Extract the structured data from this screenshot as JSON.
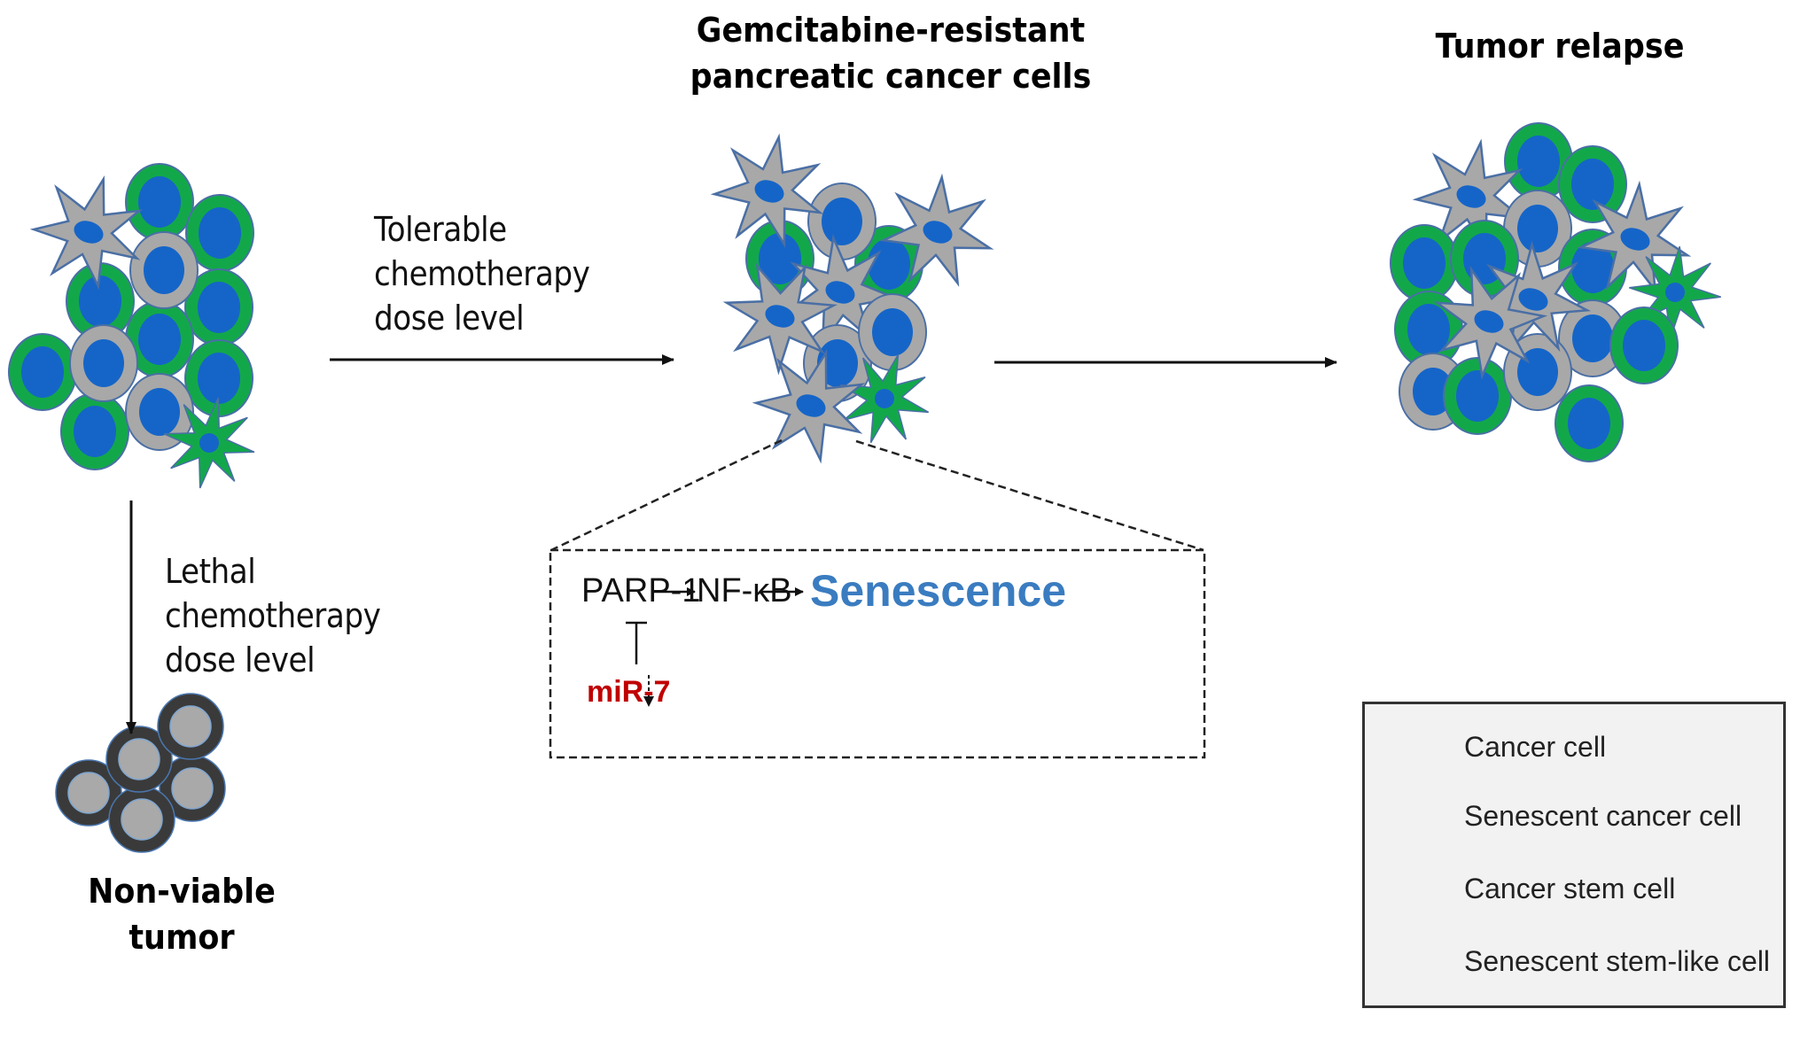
{
  "titles": {
    "middle_line1": "Gemcitabine-resistant",
    "middle_line2": "pancreatic cancer cells",
    "right": "Tumor relapse",
    "bottom_line1": "Non-viable",
    "bottom_line2": "tumor"
  },
  "conditions": {
    "tolerable": [
      "Tolerable",
      "chemotherapy",
      "dose level"
    ],
    "lethal": [
      "Lethal",
      "chemotherapy",
      "dose level"
    ]
  },
  "pathway": {
    "node1": "PARP-1",
    "node2": "NF-κB",
    "outcome": "Senescence",
    "regulator": "miR-7",
    "regulator_state": "downregulated",
    "relation_regulator_node1": "inhibits"
  },
  "legend": {
    "items": [
      {
        "label": "Cancer  cell",
        "icon": "cancer-cell-icon"
      },
      {
        "label": "Senescent cancer cell",
        "icon": "senescent-cancer-cell-icon"
      },
      {
        "label": "Cancer stem cell",
        "icon": "cancer-stem-cell-icon"
      },
      {
        "label": "Senescent stem-like cell",
        "icon": "senescent-stem-like-cell-icon"
      }
    ]
  },
  "colors": {
    "cancer_cell": "#12a84a",
    "nucleus": "#1565c8",
    "stem_cell": "#a8a8a8",
    "outline": "#4a6fa5",
    "dead_cell": "#3a3a3a",
    "dead_core": "#a9a9a9",
    "senescence_text": "#3a7cc0",
    "mir_text": "#c00000",
    "legend_bg": "#f2f2f2"
  }
}
